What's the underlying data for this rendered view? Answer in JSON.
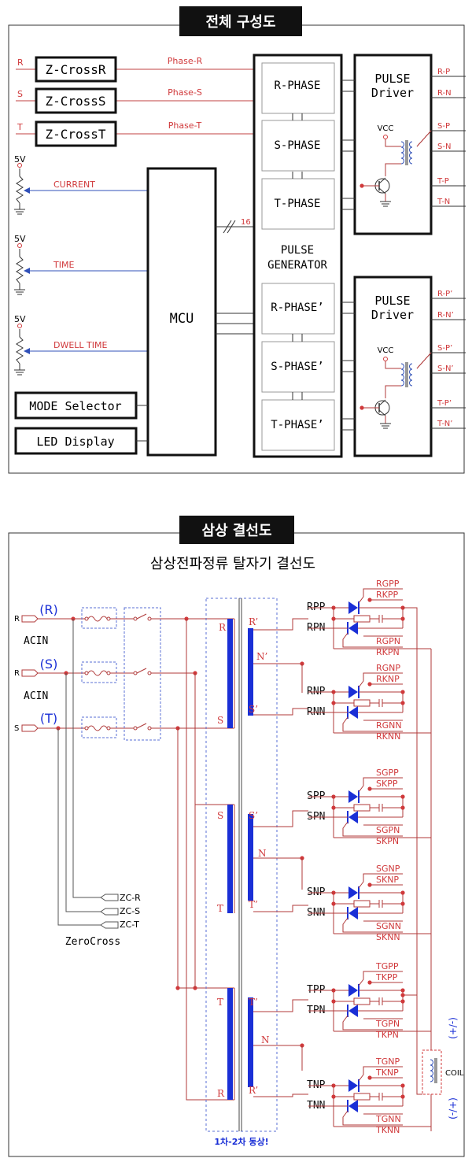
{
  "block": {
    "title": "전체 구성도",
    "inputs": [
      "R",
      "S",
      "T"
    ],
    "zcross": [
      "Z-CrossR",
      "Z-CrossS",
      "Z-CrossT"
    ],
    "phase_lines": [
      "Phase-R",
      "Phase-S",
      "Phase-T"
    ],
    "pots": [
      {
        "voltage": "5V",
        "signal": "CURRENT"
      },
      {
        "voltage": "5V",
        "signal": "TIME"
      },
      {
        "voltage": "5V",
        "signal": "DWELL TIME"
      }
    ],
    "mcu": "MCU",
    "mode_selector": "MODE Selector",
    "led_display": "LED Display",
    "bus_width": "16",
    "generator_top": [
      "R-PHASE",
      "S-PHASE",
      "T-PHASE"
    ],
    "generator_label": [
      "PULSE",
      "GENERATOR"
    ],
    "generator_bottom": [
      "R-PHASE’",
      "S-PHASE’",
      "T-PHASE’"
    ],
    "driver_label": [
      "PULSE",
      "Driver"
    ],
    "vcc": "VCC",
    "driver1_outputs": [
      "R-P",
      "R-N",
      "S-P",
      "S-N",
      "T-P",
      "T-N"
    ],
    "driver2_outputs": [
      "R-P’",
      "R-N’",
      "S-P’",
      "S-N’",
      "T-P’",
      "T-N’"
    ]
  },
  "wiring": {
    "title": "삼상 결선도",
    "subtitle": "삼상전파정류 탈자기 결선도",
    "inputs": [
      "R",
      "R",
      "S"
    ],
    "phase_tags": [
      "(R)",
      "(S)",
      "(T)"
    ],
    "acin": [
      "ACIN",
      "ACIN"
    ],
    "zc_labels": [
      "ZC-R",
      "ZC-S",
      "ZC-T"
    ],
    "zerocross": "ZeroCross",
    "tr1": {
      "primary": [
        "R",
        "S"
      ],
      "secondary": [
        "R’",
        "N’",
        "S’"
      ]
    },
    "tr2": {
      "primary": [
        "S",
        "T"
      ],
      "secondary": [
        "S’",
        "N",
        "T’"
      ]
    },
    "tr3": {
      "primary": [
        "T",
        "R"
      ],
      "secondary": [
        "T’",
        "N",
        "R’"
      ]
    },
    "scr_groups": [
      {
        "p": "RPP",
        "n": "RPN",
        "gates": [
          "RGPP",
          "RKPP",
          "RGPN",
          "RKPN"
        ]
      },
      {
        "p": "RNP",
        "n": "RNN",
        "gates": [
          "RGNP",
          "RKNP",
          "RGNN",
          "RKNN"
        ]
      },
      {
        "p": "SPP",
        "n": "SPN",
        "gates": [
          "SGPP",
          "SKPP",
          "SGPN",
          "SKPN"
        ]
      },
      {
        "p": "SNP",
        "n": "SNN",
        "gates": [
          "SGNP",
          "SKNP",
          "SGNN",
          "SKNN"
        ]
      },
      {
        "p": "TPP",
        "n": "TPN",
        "gates": [
          "TGPP",
          "TKPP",
          "TGPN",
          "TKPN"
        ]
      },
      {
        "p": "TNP",
        "n": "TNN",
        "gates": [
          "TGNP",
          "TKNP",
          "TGNN",
          "TKNN"
        ]
      }
    ],
    "coil": "COIL",
    "polarity_top": "(-/+)",
    "polarity_bottom": "(+/-)",
    "note": "1차-2차 동상!"
  },
  "colors": {
    "red": "#d0393b",
    "line": "#b03a3a",
    "blue": "#1a2fd6",
    "black": "#111111"
  }
}
